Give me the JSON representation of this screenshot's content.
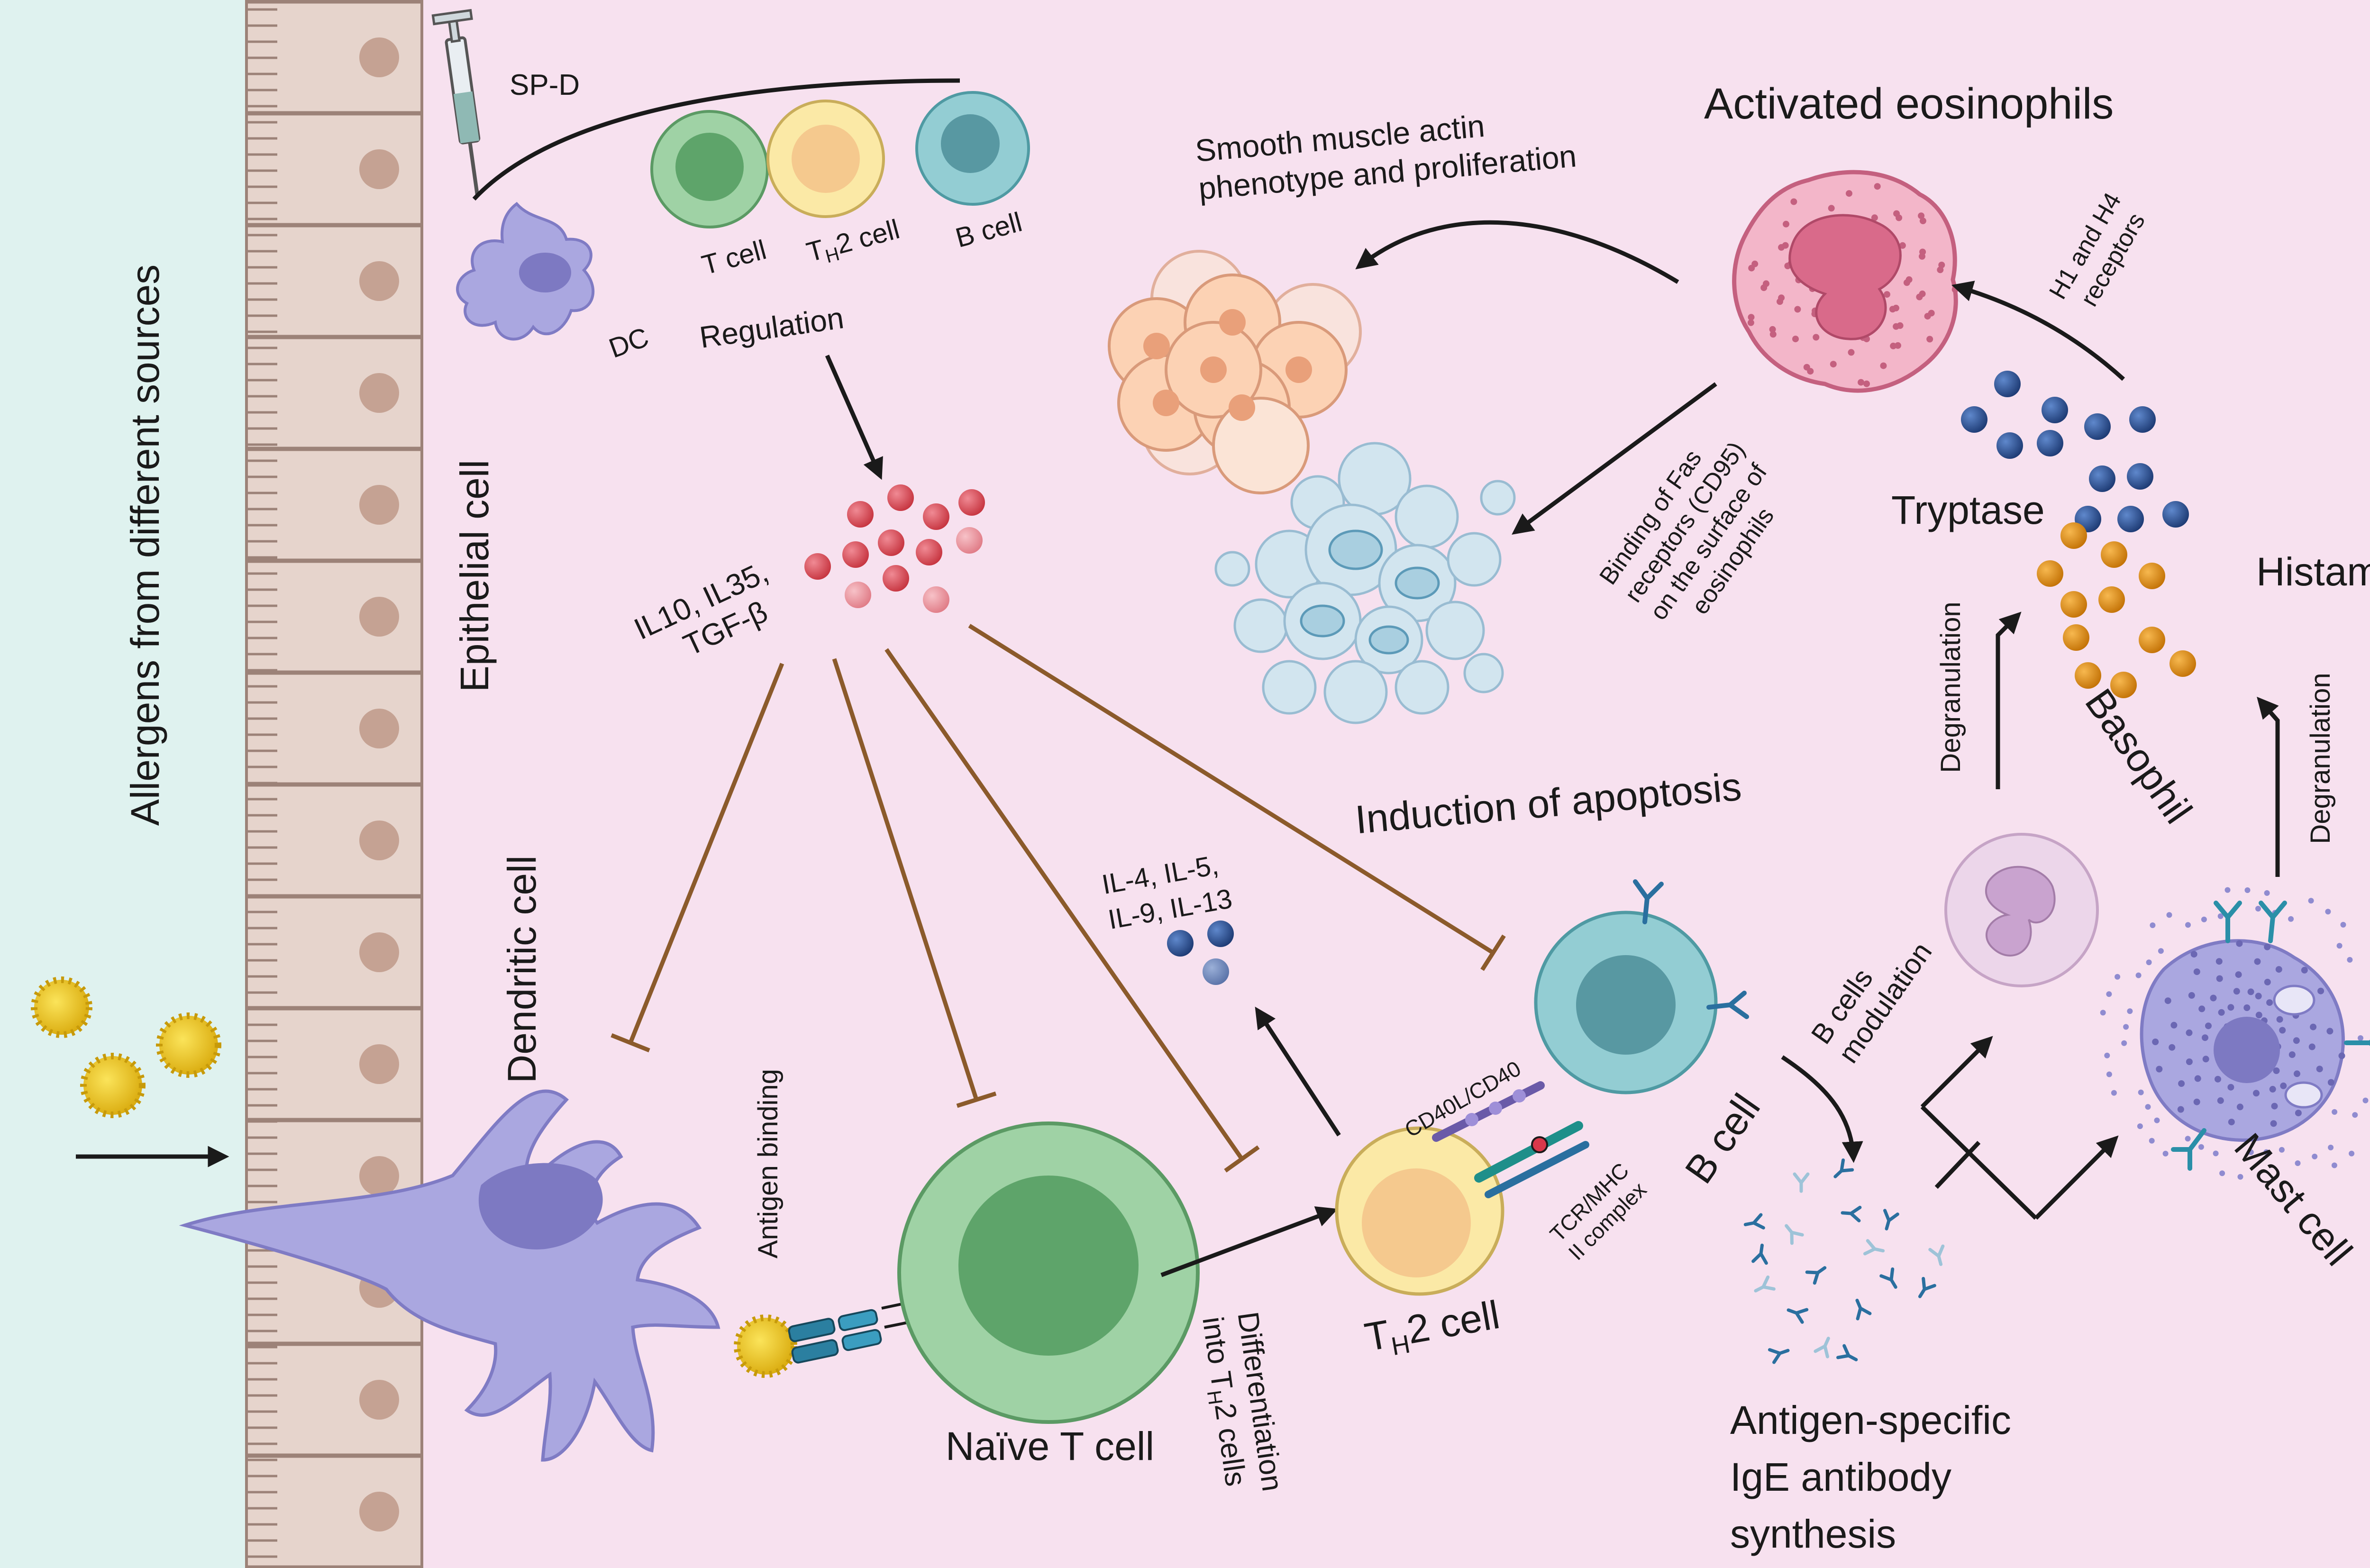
{
  "labels": {
    "allergens": "Allergens from different sources",
    "epithelial_cell": "Epithelial cell",
    "dendritic_cell": "Dendritic cell",
    "sp_d": "SP-D",
    "dc": "DC",
    "t_cell": "T cell",
    "th2_cell_small_main": "T",
    "th2_cell_small_sub": "H",
    "th2_cell_small_tail": "2 cell",
    "b_cell_small": "B cell",
    "regulation": "Regulation",
    "il10_line1": "IL10, IL35,",
    "il10_line2": "TGF-β",
    "antigen_binding": "Antigen binding",
    "naive_t_cell": "Naïve T cell",
    "differentiation_line1": "Differentiation",
    "differentiation_line2_main": "into T",
    "differentiation_line2_sub": "H",
    "differentiation_line2_tail": "2 cells",
    "il4_line1": "IL-4, IL-5,",
    "il4_line2": "IL-9, IL-13",
    "cd40": "CD40L/CD40",
    "tcr_line1": "TCR/MHC",
    "tcr_line2": "II complex",
    "th2_cell_main": "T",
    "th2_cell_sub": "H",
    "th2_cell_tail": "2 cell",
    "b_cell": "B cell",
    "b_cells_mod_line1": "B cells",
    "b_cells_mod_line2": "modulation",
    "ige_line1": "Antigen-specific",
    "ige_line2": "IgE antibody",
    "ige_line3": "synthesis",
    "smooth_line1": "Smooth muscle actin",
    "smooth_line2": "phenotype and proliferation",
    "activated_eosinophils": "Activated eosinophils",
    "fas_line1": "Binding of Fas",
    "fas_line2": "receptors (CD95)",
    "fas_line3": "on the surface of",
    "fas_line4": "eosinophils",
    "apoptosis": "Induction of apoptosis",
    "h1h4_line1": "H1 and H4",
    "h1h4_line2": "receptors",
    "tryptase": "Tryptase",
    "histamine": "Histamine",
    "degranulation_left": "Degranulation",
    "degranulation_right": "Degranulation",
    "basophil": "Basophil",
    "mast_cell": "Mast cell"
  },
  "colors": {
    "background": "#f7e1ef",
    "airway": "#dff2ef",
    "epithelium": "#e6d4cc",
    "nucleus": "#c5a293",
    "dendritic": "#aaa7e0",
    "naive_t": "#9fd2a5",
    "th2": "#fbe9a6",
    "b_cell": "#93cdd3",
    "eosinophil": "#f3b6c9",
    "cytokine_red": "#d9525e",
    "cytokine_blue": "#2a4d8f",
    "tryptase": "#e08c13",
    "inhibition": "#8b5a2b"
  }
}
